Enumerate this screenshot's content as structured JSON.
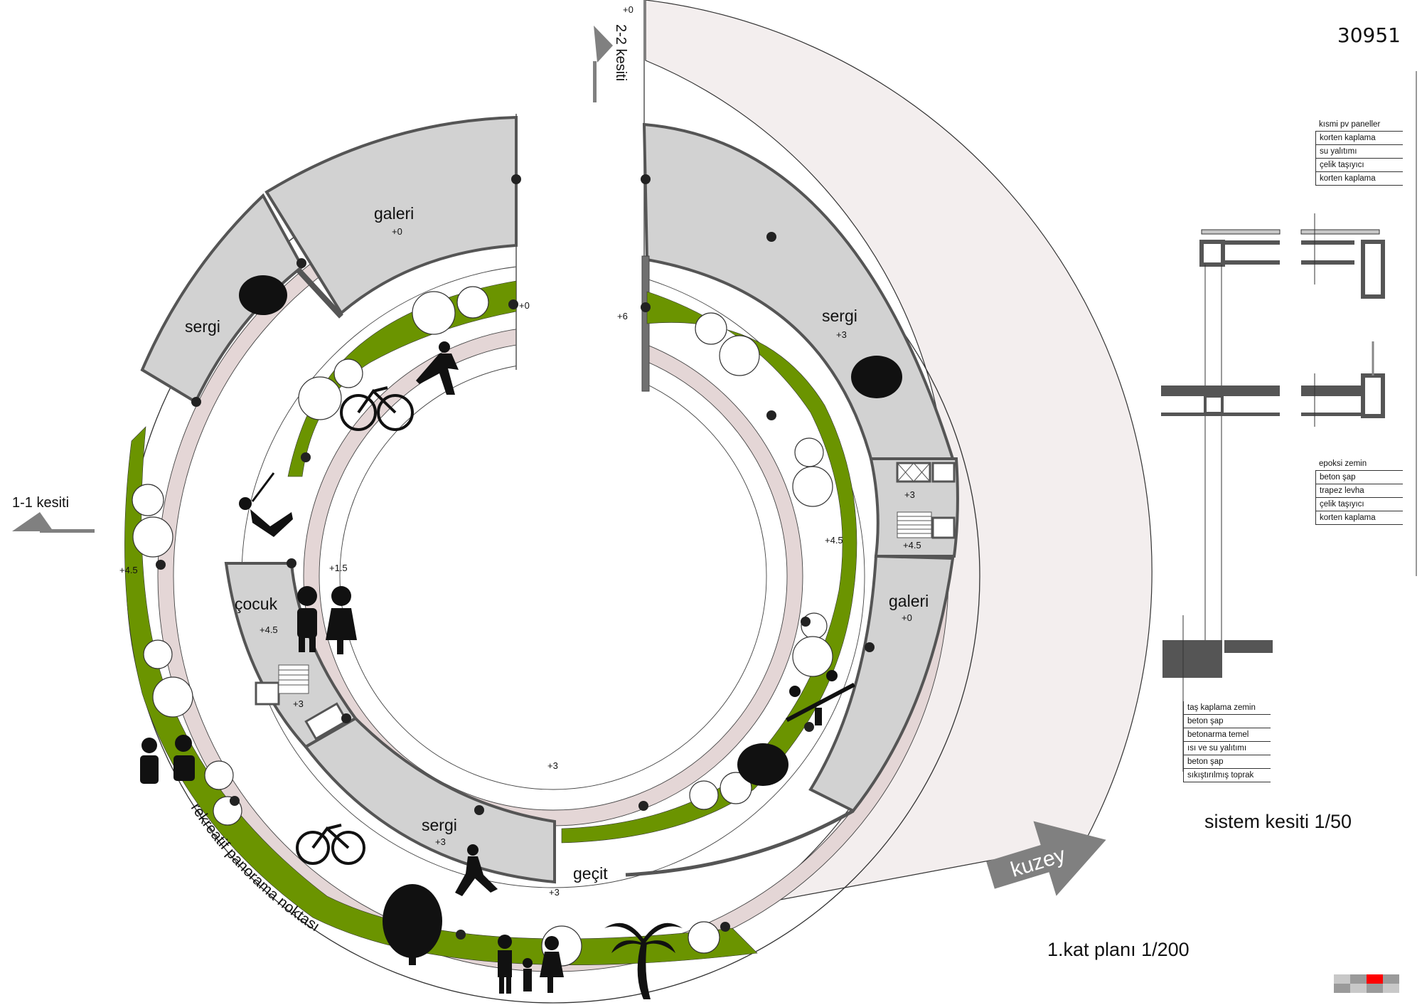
{
  "sheet": {
    "project_number": "30951",
    "plan_title": "1.kat planı 1/200",
    "section_title": "sistem kesiti 1/50",
    "north_label": "kuzey"
  },
  "section_marks": {
    "s11": "1-1 kesiti",
    "s22": "2-2 kesiti"
  },
  "rooms": {
    "galeri_top": {
      "name": "galeri",
      "level": "+0"
    },
    "sergi_left": {
      "name": "sergi"
    },
    "sergi_right": {
      "name": "sergi",
      "level": "+3"
    },
    "galeri_right": {
      "name": "galeri",
      "level": "+0"
    },
    "cocuk": {
      "name": "çocuk",
      "level": "+4.5"
    },
    "sergi_bottom": {
      "name": "sergi",
      "level": "+3"
    },
    "gecit": {
      "name": "geçit"
    }
  },
  "levels": {
    "top_plus0": "+0",
    "path_plus0": "+0",
    "plus6": "+6",
    "right_core_plus3": "+3",
    "right_core_plus45": "+4.5",
    "right_path_plus45": "+4.5",
    "left_plus45": "+4.5",
    "plus15": "+1.5",
    "cocuk_core_plus3": "+3",
    "inner_plus3": "+3",
    "gecit_plus3": "+3"
  },
  "curved_text": "rekreatif panorama noktası",
  "detail_tables": {
    "roof": [
      "kısmi pv paneller",
      "korten kaplama",
      "su yalıtımı",
      "çelik taşıyıcı",
      "korten kaplama"
    ],
    "floor": [
      "epoksi zemin",
      "beton şap",
      "trapez levha",
      "çelik taşıyıcı",
      "korten kaplama"
    ],
    "ground": [
      "taş kaplama zemin",
      "beton şap",
      "betonarma temel",
      "ısı ve su yalıtımı",
      "beton şap",
      "sıkıştırılmış toprak"
    ]
  },
  "colors": {
    "room_fill": "#d2d2d2",
    "wall": "#555555",
    "green_path": "#6b9400",
    "pink_ring": "#e4d6d6",
    "pale_ring": "#f3eeee",
    "arrow": "#808080",
    "accent_red": "#ff0000"
  },
  "swatches": [
    "#c8c8c8",
    "#9a9a9a",
    "#ff0000",
    "#9a9a9a",
    "#9a9a9a",
    "#c8c8c8",
    "#9a9a9a",
    "#c8c8c8"
  ]
}
